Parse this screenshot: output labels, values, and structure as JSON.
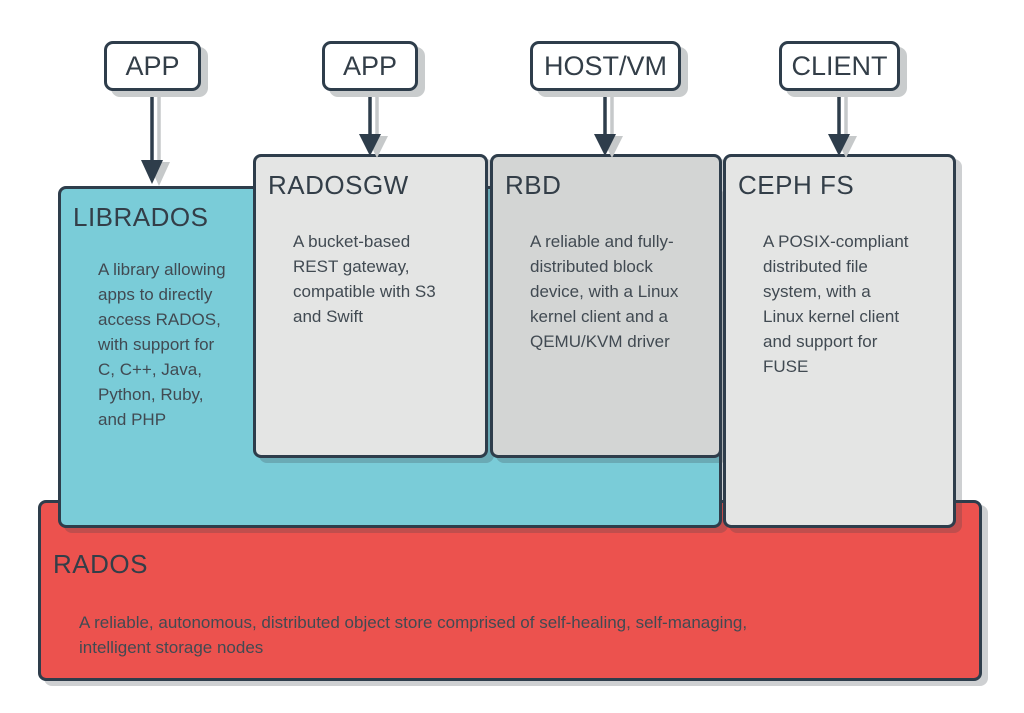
{
  "top_nodes": [
    {
      "label": "APP"
    },
    {
      "label": "APP"
    },
    {
      "label": "HOST/VM"
    },
    {
      "label": "CLIENT"
    }
  ],
  "components": {
    "librados": {
      "title": "LIBRADOS",
      "description": [
        "A library allowing",
        "apps to directly",
        "access RADOS,",
        "with support for",
        "C, C++, Java,",
        "Python, Ruby,",
        "and PHP"
      ],
      "fill": "#7accd8"
    },
    "radosgw": {
      "title": "RADOSGW",
      "description": [
        "A bucket-based",
        "REST gateway,",
        "compatible with S3",
        "and Swift"
      ],
      "fill": "#e4e5e4"
    },
    "rbd": {
      "title": "RBD",
      "description": [
        "A reliable and fully-",
        "distributed block",
        "device, with a Linux",
        "kernel client and a",
        "QEMU/KVM driver"
      ],
      "fill": "#d3d5d4"
    },
    "cephfs": {
      "title": "CEPH FS",
      "description": [
        "A POSIX-compliant",
        "distributed file",
        "system, with a",
        "Linux kernel client",
        "and support for",
        "FUSE"
      ],
      "fill": "#e4e5e4"
    }
  },
  "base": {
    "title": "RADOS",
    "description": [
      "A reliable, autonomous, distributed object store comprised of self-healing, self-managing,",
      "intelligent storage nodes"
    ],
    "fill": "#ec524e"
  },
  "colors": {
    "border": "#2e3d4b",
    "arrow": "#2e3d4b",
    "arrow_shadow": "#c6c9ca",
    "node_shadow": "#c9cccd",
    "title_text": "#333e48",
    "body_text": "#414a52"
  }
}
